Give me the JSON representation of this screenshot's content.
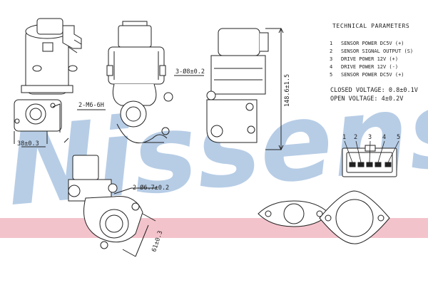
{
  "watermark": {
    "text": "Nissens",
    "color": "#b7cde6"
  },
  "technical_parameters": {
    "title": "TECHNICAL PARAMETERS",
    "pins": [
      {
        "number": "1",
        "label": "SENSOR POWER DC5V (+)"
      },
      {
        "number": "2",
        "label": "SENSOR SIGNAL OUTPUT (S)"
      },
      {
        "number": "3",
        "label": "DRIVE POWER 12V (+)"
      },
      {
        "number": "4",
        "label": "DRIVE POWER 12V (-)"
      },
      {
        "number": "5",
        "label": "SENSOR POWER DC5V (+)"
      }
    ],
    "closed_voltage": "CLOSED VOLTAGE: 0.8±0.1V",
    "open_voltage": "OPEN VOLTAGE: 4±0.2V"
  },
  "dimensions": {
    "bolt_holes_top": "3-Ø8±0.2",
    "height": "148.6±1.5",
    "thread": "2-M6-6H",
    "width_left": "38±0.3",
    "bolt_holes_bottom": "2-Ø6.7±0.2",
    "length_bottom": "61±0.3"
  },
  "connector_pins": [
    "1",
    "2",
    "3",
    "4",
    "5"
  ],
  "colors": {
    "line": "#222222",
    "watermark": "#b7cde6",
    "stripe": "#f3c3cb"
  }
}
